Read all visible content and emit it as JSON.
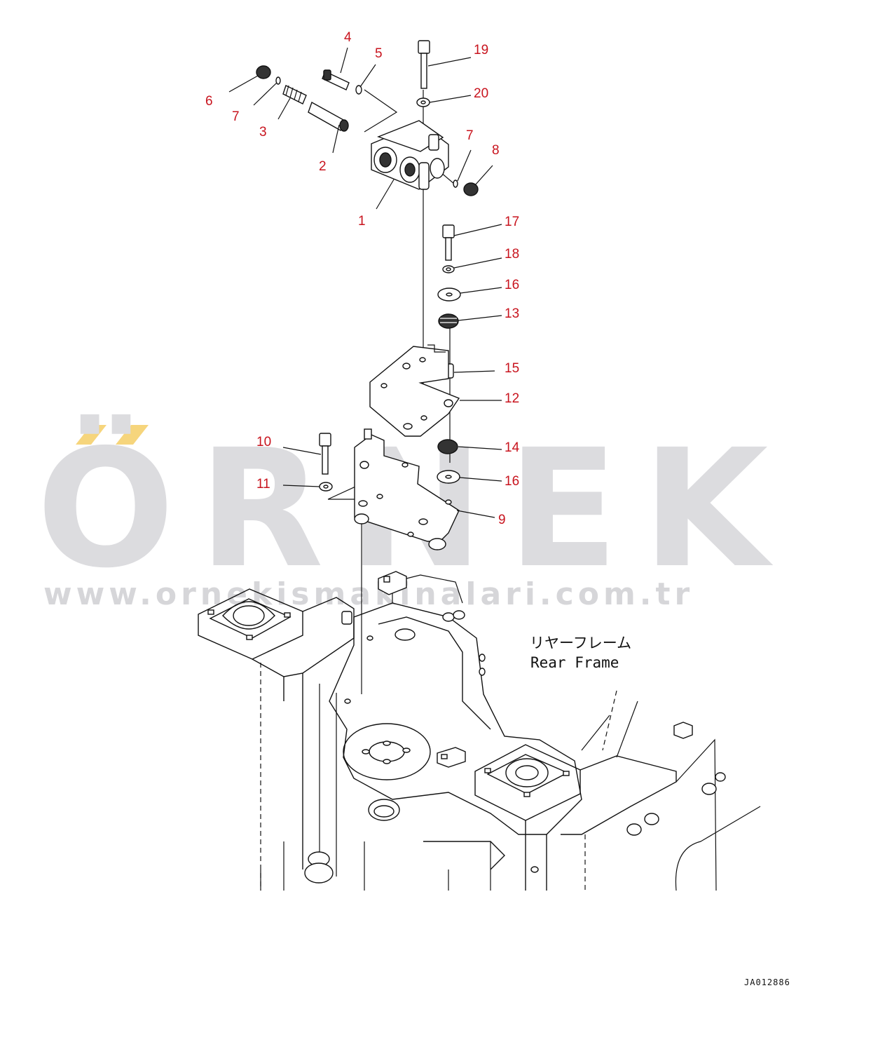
{
  "watermark": {
    "brand": "ÖRNEK",
    "url": "www.ornekismakinalari.com.tr"
  },
  "frame_label": {
    "japanese": "リヤーフレーム",
    "english": "Rear Frame"
  },
  "drawing_code": "JA012886",
  "callouts": [
    {
      "id": "c4",
      "text": "4"
    },
    {
      "id": "c5",
      "text": "5"
    },
    {
      "id": "c19",
      "text": "19"
    },
    {
      "id": "c20",
      "text": "20"
    },
    {
      "id": "c6",
      "text": "6"
    },
    {
      "id": "c7a",
      "text": "7"
    },
    {
      "id": "c3",
      "text": "3"
    },
    {
      "id": "c2",
      "text": "2"
    },
    {
      "id": "c7b",
      "text": "7"
    },
    {
      "id": "c8",
      "text": "8"
    },
    {
      "id": "c1",
      "text": "1"
    },
    {
      "id": "c17",
      "text": "17"
    },
    {
      "id": "c18",
      "text": "18"
    },
    {
      "id": "c16a",
      "text": "16"
    },
    {
      "id": "c13",
      "text": "13"
    },
    {
      "id": "c15",
      "text": "15"
    },
    {
      "id": "c12",
      "text": "12"
    },
    {
      "id": "c10",
      "text": "10"
    },
    {
      "id": "c14",
      "text": "14"
    },
    {
      "id": "c11",
      "text": "11"
    },
    {
      "id": "c16b",
      "text": "16"
    },
    {
      "id": "c9",
      "text": "9"
    }
  ]
}
